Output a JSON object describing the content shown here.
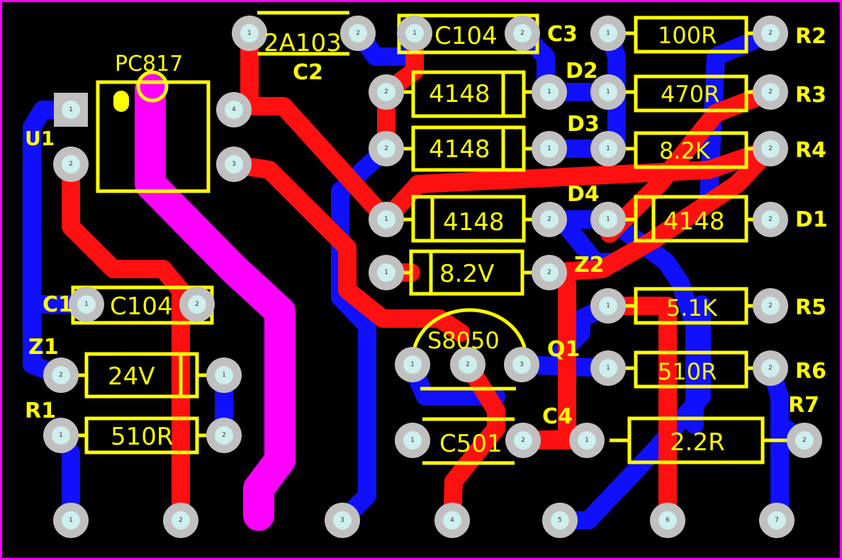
{
  "colors": {
    "background": "#000000",
    "border": "#ff00ff",
    "bottom_trace": "#1010ff",
    "top_trace": "#ff1010",
    "jumper": "#ff00ff",
    "silkscreen": "#ffff00",
    "pad": "#c0c0c0",
    "pad_hole": "#cfeeee"
  },
  "ic": {
    "designator": "U1",
    "part": "PC817"
  },
  "capacitors": [
    {
      "designator": "C1",
      "value": "C104"
    },
    {
      "designator": "C2",
      "value": "2A103"
    },
    {
      "designator": "C3",
      "value": "C104"
    },
    {
      "designator": "C4",
      "value": "C501"
    }
  ],
  "resistors": [
    {
      "designator": "R1",
      "value": "510R"
    },
    {
      "designator": "R2",
      "value": "100R"
    },
    {
      "designator": "R3",
      "value": "470R"
    },
    {
      "designator": "R4",
      "value": "8.2K"
    },
    {
      "designator": "R5",
      "value": "5.1K"
    },
    {
      "designator": "R6",
      "value": "510R"
    },
    {
      "designator": "R7",
      "value": "2.2R"
    }
  ],
  "diodes": [
    {
      "designator": "D1",
      "value": "4148"
    },
    {
      "designator": "D2",
      "value": "4148"
    },
    {
      "designator": "D3",
      "value": "4148"
    },
    {
      "designator": "D4",
      "value": "4148"
    }
  ],
  "zeners": [
    {
      "designator": "Z1",
      "value": "24V"
    },
    {
      "designator": "Z2",
      "value": "8.2V"
    }
  ],
  "transistor": {
    "designator": "Q1",
    "part": "S8050"
  },
  "pin_labels": [
    "1",
    "2",
    "3",
    "4",
    "5",
    "6",
    "7"
  ]
}
